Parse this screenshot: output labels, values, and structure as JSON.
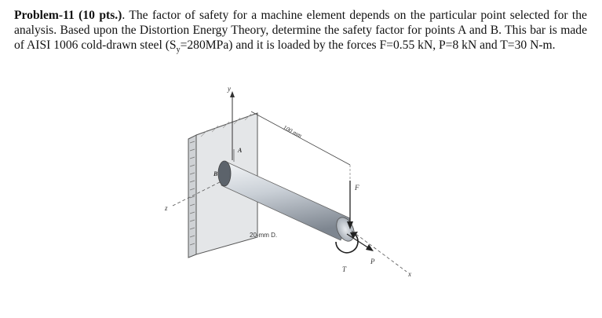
{
  "problem": {
    "heading": "Problem-11 (10 pts.)",
    "text_part1": ". The factor of safety for a machine element depends on the particular point selected for the analysis. Based upon the Distortion Energy Theory, determine the safety factor for points A and B. This bar is made of AISI 1006 cold-drawn steel (S",
    "yield_subscript": "y",
    "text_part2": "=280MPa) and it is loaded by the forces F=0.55 kN, P=8 kN and T=30 N-m."
  },
  "figure": {
    "axis_y": "y",
    "axis_z": "z",
    "axis_x": "x",
    "point_a": "A",
    "point_b": "B",
    "length_label": "100 mm",
    "diameter_label": "20-mm D.",
    "force_f": "F",
    "force_p": "P",
    "torque_t": "T"
  }
}
